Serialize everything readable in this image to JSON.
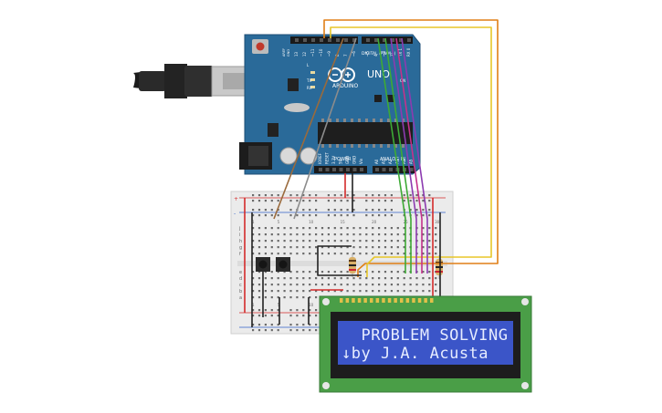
{
  "arduino": {
    "logo_text": "ARDUINO",
    "model_text": "UNO",
    "digital_label": "DIGITAL (PWM~)",
    "power_label": "POWER",
    "analog_label": "ANALOG IN",
    "aref_label": "AREF",
    "gnd_label": "GND",
    "tx_label": "TX",
    "rx_label": "RX",
    "l_label": "L",
    "on_label": "ON",
    "digital_pins": [
      "13",
      "12",
      "~11",
      "~10",
      "~9",
      "8",
      "7",
      "~6",
      "~5",
      "4",
      "~3",
      "2",
      "TX 1",
      "RX 0"
    ],
    "power_pins": [
      "IOREF",
      "RESET",
      "3.3V",
      "5V",
      "GND",
      "GND",
      "Vin"
    ],
    "analog_pins": [
      "A0",
      "A1",
      "A2",
      "A3",
      "A4",
      "A5"
    ]
  },
  "breadboard": {
    "col_numbers": [
      "1",
      "5",
      "10",
      "15",
      "20",
      "25",
      "30"
    ],
    "row_letters_top": [
      "j",
      "i",
      "h",
      "g",
      "f"
    ],
    "row_letters_bottom": [
      "e",
      "d",
      "c",
      "b",
      "a"
    ]
  },
  "lcd": {
    "line1": "  PROBLEM SOLVING",
    "line2": "↓by J.A. Acusta"
  },
  "colors": {
    "arduino_board": "#2a6a99",
    "breadboard": "#ebebeb",
    "lcd_pcb": "#4a9e47",
    "lcd_screen": "#3b55c8",
    "wire_orange": "#e07f16",
    "wire_yellow": "#e8c628",
    "wire_green": "#3daa35",
    "wire_purple": "#8c3bb0",
    "wire_magenta": "#c4318c",
    "wire_brown": "#9a6a3c",
    "wire_gray": "#8c8c8c",
    "wire_red": "#d42a2a",
    "wire_black": "#222222"
  }
}
